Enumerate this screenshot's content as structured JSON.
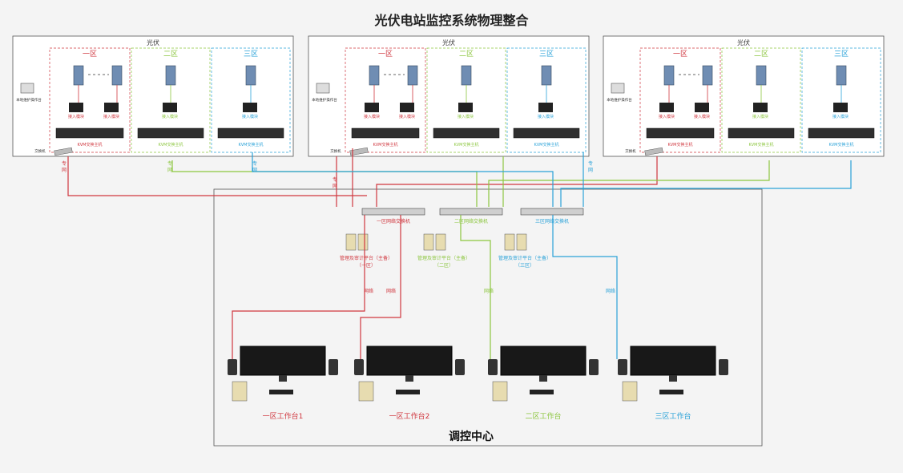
{
  "title": "光伏电站监控系统物理整合",
  "center_label": "调控中心",
  "station_label": "光伏",
  "zone_labels": [
    "一区",
    "二区",
    "三区"
  ],
  "workstations": [
    "一区工作台1",
    "一区工作台2",
    "二区工作台",
    "三区工作台"
  ],
  "switches": [
    "一区网络交换机",
    "二区网络交换机",
    "三区网络交换机"
  ],
  "audit_lines": [
    [
      "管理及审计平台（主备）",
      "（一区）"
    ],
    [
      "管理及审计平台（主备）",
      "（二区）"
    ],
    [
      "管理及审计平台（主备）",
      "（三区）"
    ]
  ],
  "kvm_host": "KVM交换主机",
  "access_module": "接入模块",
  "local_console": "本地维护操作台",
  "converter": "交换机",
  "private_net": [
    "专",
    "网"
  ],
  "network": "网络",
  "colors": {
    "zone1": "#d0373f",
    "zone2": "#8cc63f",
    "zone3": "#2aa2d8",
    "frame": "#555555"
  }
}
